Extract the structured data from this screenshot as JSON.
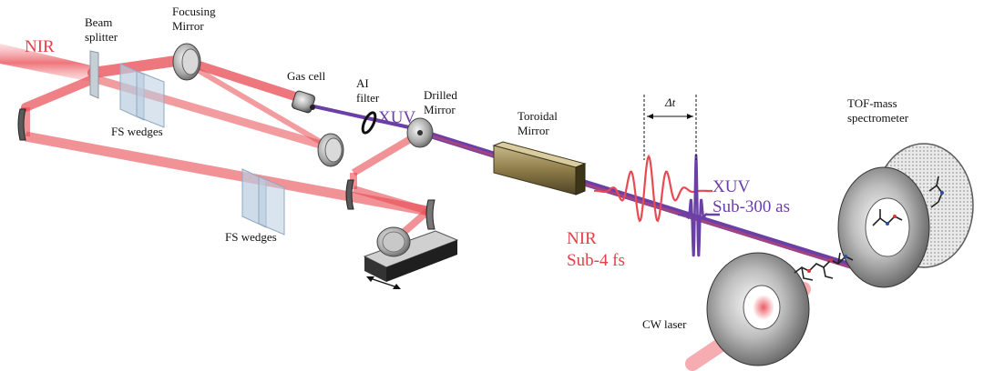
{
  "labels": {
    "nir_input": "NIR",
    "beam_splitter_line1": "Beam",
    "beam_splitter_line2": "splitter",
    "focusing_mirror_line1": "Focusing",
    "focusing_mirror_line2": "Mirror",
    "fs_wedges_top": "FS wedges",
    "fs_wedges_bottom": "FS wedges",
    "gas_cell": "Gas cell",
    "al_filter_line1": "AI",
    "al_filter_line2": "filter",
    "xuv_beam": "XUV",
    "drilled_mirror_line1": "Drilled",
    "drilled_mirror_line2": "Mirror",
    "toroidal_mirror_line1": "Toroidal",
    "toroidal_mirror_line2": "Mirror",
    "delay": "Δt",
    "xuv_pulse_line1": "XUV",
    "xuv_pulse_line2": "Sub-300 as",
    "nir_pulse_line1": "NIR",
    "nir_pulse_line2": "Sub-4 fs",
    "tof_line1": "TOF-mass",
    "tof_line2": "spectrometer",
    "cw_laser": "CW laser"
  },
  "colors": {
    "nir_beam": "#e84a52",
    "xuv_beam": "#6a3fa6",
    "xuv_text": "#6b3fa8",
    "nir_text": "#e53e46"
  }
}
